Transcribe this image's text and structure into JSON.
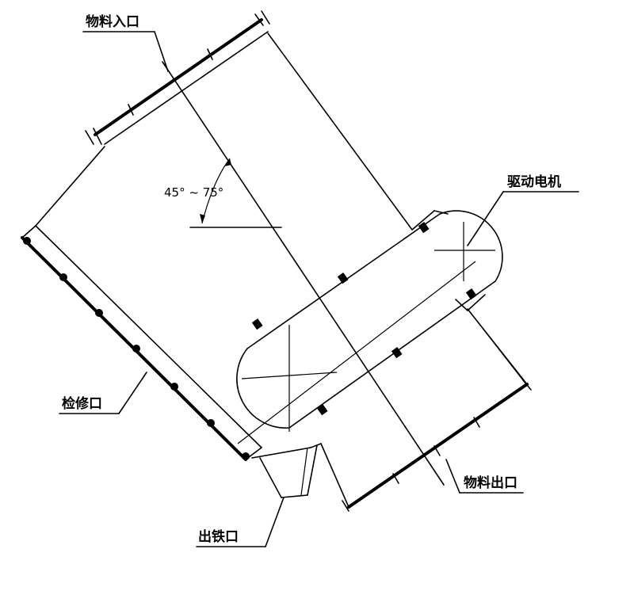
{
  "labels": {
    "material_inlet": "物料入口",
    "drive_motor": "驱动电机",
    "inspection_port": "检修口",
    "material_outlet": "物料出口",
    "iron_outlet": "出铁口",
    "angle": "45° ~ 75°"
  }
}
